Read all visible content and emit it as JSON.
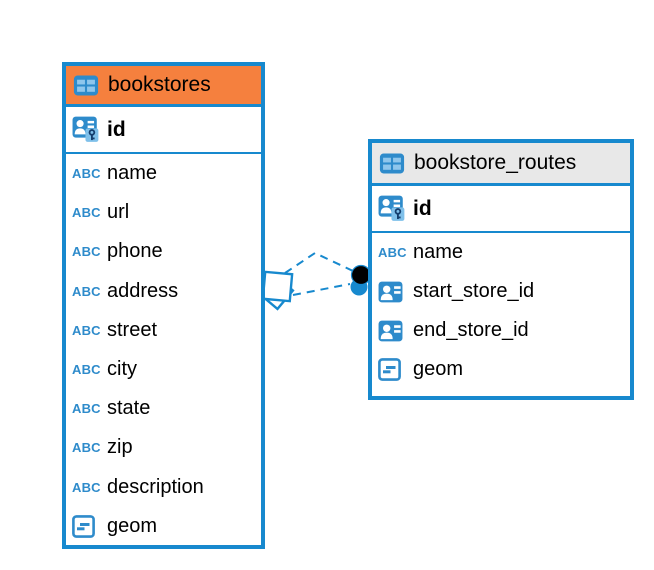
{
  "diagram": {
    "type_badge": "ABC",
    "colors": {
      "table_border": "#1789CE",
      "relationship_line": "#1789CE",
      "relationship_endpoint_dot": "#000000",
      "header_bg_bookstores": "#F5803E",
      "header_bg_bookstore_routes": "#E8E8E8",
      "icon_blue": "#2E8BCB"
    },
    "tables": [
      {
        "name": "bookstores",
        "primary_key": {
          "name": "id"
        },
        "columns": [
          {
            "name": "name",
            "type": "text"
          },
          {
            "name": "url",
            "type": "text"
          },
          {
            "name": "phone",
            "type": "text"
          },
          {
            "name": "address",
            "type": "text"
          },
          {
            "name": "street",
            "type": "text"
          },
          {
            "name": "city",
            "type": "text"
          },
          {
            "name": "state",
            "type": "text"
          },
          {
            "name": "zip",
            "type": "text"
          },
          {
            "name": "description",
            "type": "text"
          },
          {
            "name": "geom",
            "type": "geometry"
          }
        ]
      },
      {
        "name": "bookstore_routes",
        "primary_key": {
          "name": "id"
        },
        "columns": [
          {
            "name": "name",
            "type": "text"
          },
          {
            "name": "start_store_id",
            "type": "reference"
          },
          {
            "name": "end_store_id",
            "type": "reference"
          },
          {
            "name": "geom",
            "type": "geometry"
          }
        ]
      }
    ],
    "relationships": [
      {
        "from_table": "bookstore_routes",
        "to_table": "bookstores",
        "style": "dashed"
      },
      {
        "from_table": "bookstore_routes",
        "to_table": "bookstores",
        "style": "dashed"
      }
    ]
  }
}
